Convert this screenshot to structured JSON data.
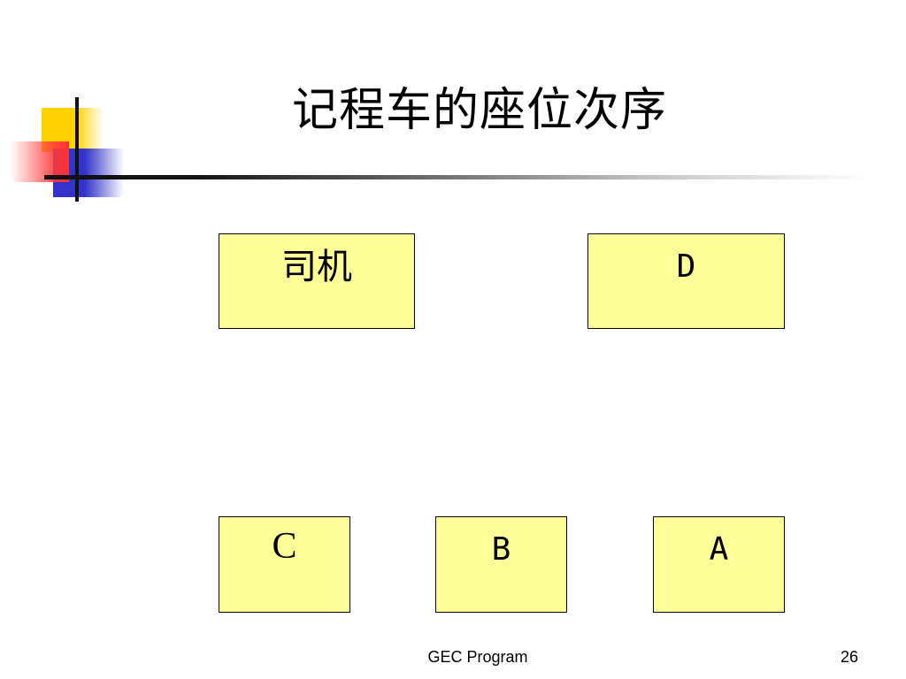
{
  "slide": {
    "title": "记程车的座位次序",
    "seats": {
      "driver": "司机",
      "d": "D",
      "c": "C",
      "b": "B",
      "a": "A"
    },
    "footer": {
      "program": "GEC Program",
      "page_number": "26"
    }
  },
  "colors": {
    "seat_fill": "#ffff99",
    "logo_yellow": "#ffd200",
    "logo_blue": "#3333cc",
    "logo_red": "#ff3030"
  }
}
